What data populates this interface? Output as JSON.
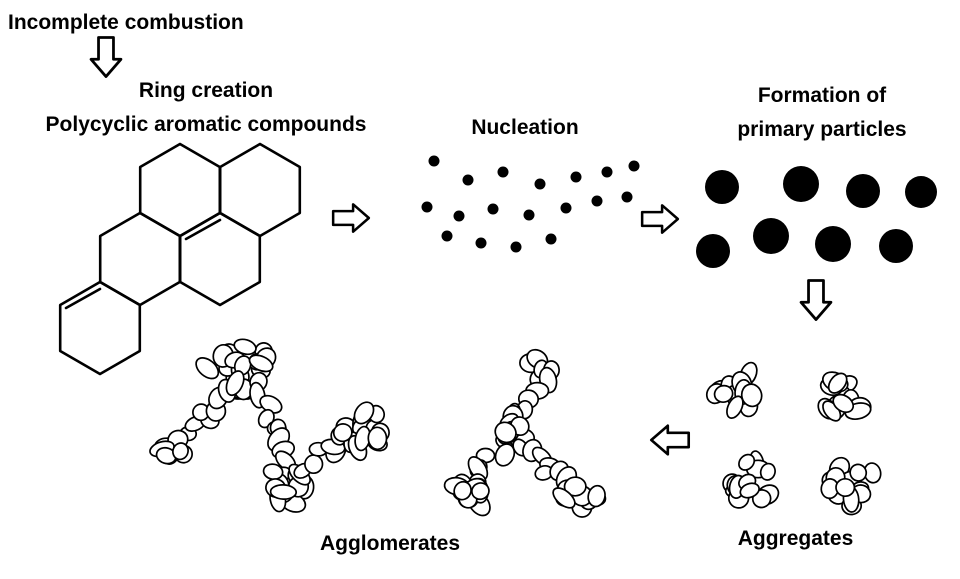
{
  "page": {
    "title": "Soot formation process diagram"
  },
  "colors": {
    "ink": "#000000",
    "paper": "#ffffff"
  },
  "labels": {
    "incomplete_combustion": "Incomplete combustion",
    "ring_creation": "Ring creation",
    "pah": "Polycyclic aromatic compounds",
    "nucleation": "Nucleation",
    "formation_line1": "Formation of",
    "formation_line2": "primary particles",
    "aggregates": "Aggregates",
    "agglomerates": "Agglomerates"
  },
  "icons": {
    "flow_arrows": [
      "arrow-down-icon",
      "arrow-right-icon",
      "arrow-right-icon",
      "arrow-down-icon",
      "arrow-left-icon"
    ]
  }
}
